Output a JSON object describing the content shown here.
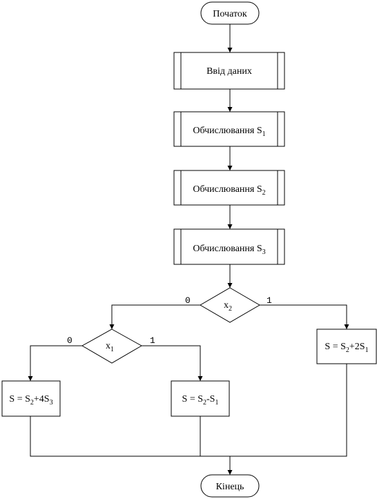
{
  "start": {
    "label": "Початок"
  },
  "input": {
    "label": "Ввід даних"
  },
  "calc1": {
    "label": "Обчислювання S",
    "sub": "1"
  },
  "calc2": {
    "label": "Обчислювання S",
    "sub": "2"
  },
  "calc3": {
    "label": "Обчислювання S",
    "sub": "3"
  },
  "decision_x2": {
    "label": "x",
    "sub": "2",
    "branch_false": "0",
    "branch_true": "1"
  },
  "decision_x1": {
    "label": "x",
    "sub": "1",
    "branch_false": "0",
    "branch_true": "1"
  },
  "result_right": {
    "p1": "S = S",
    "s1": "2",
    "p2": "+2S",
    "s2": "1"
  },
  "result_left": {
    "p1": "S = S",
    "s1": "2",
    "p2": "+4S",
    "s2": "3"
  },
  "result_mid": {
    "p1": "S = S",
    "s1": "2",
    "p2": "-S",
    "s2": "1"
  },
  "end": {
    "label": "Кінець"
  }
}
